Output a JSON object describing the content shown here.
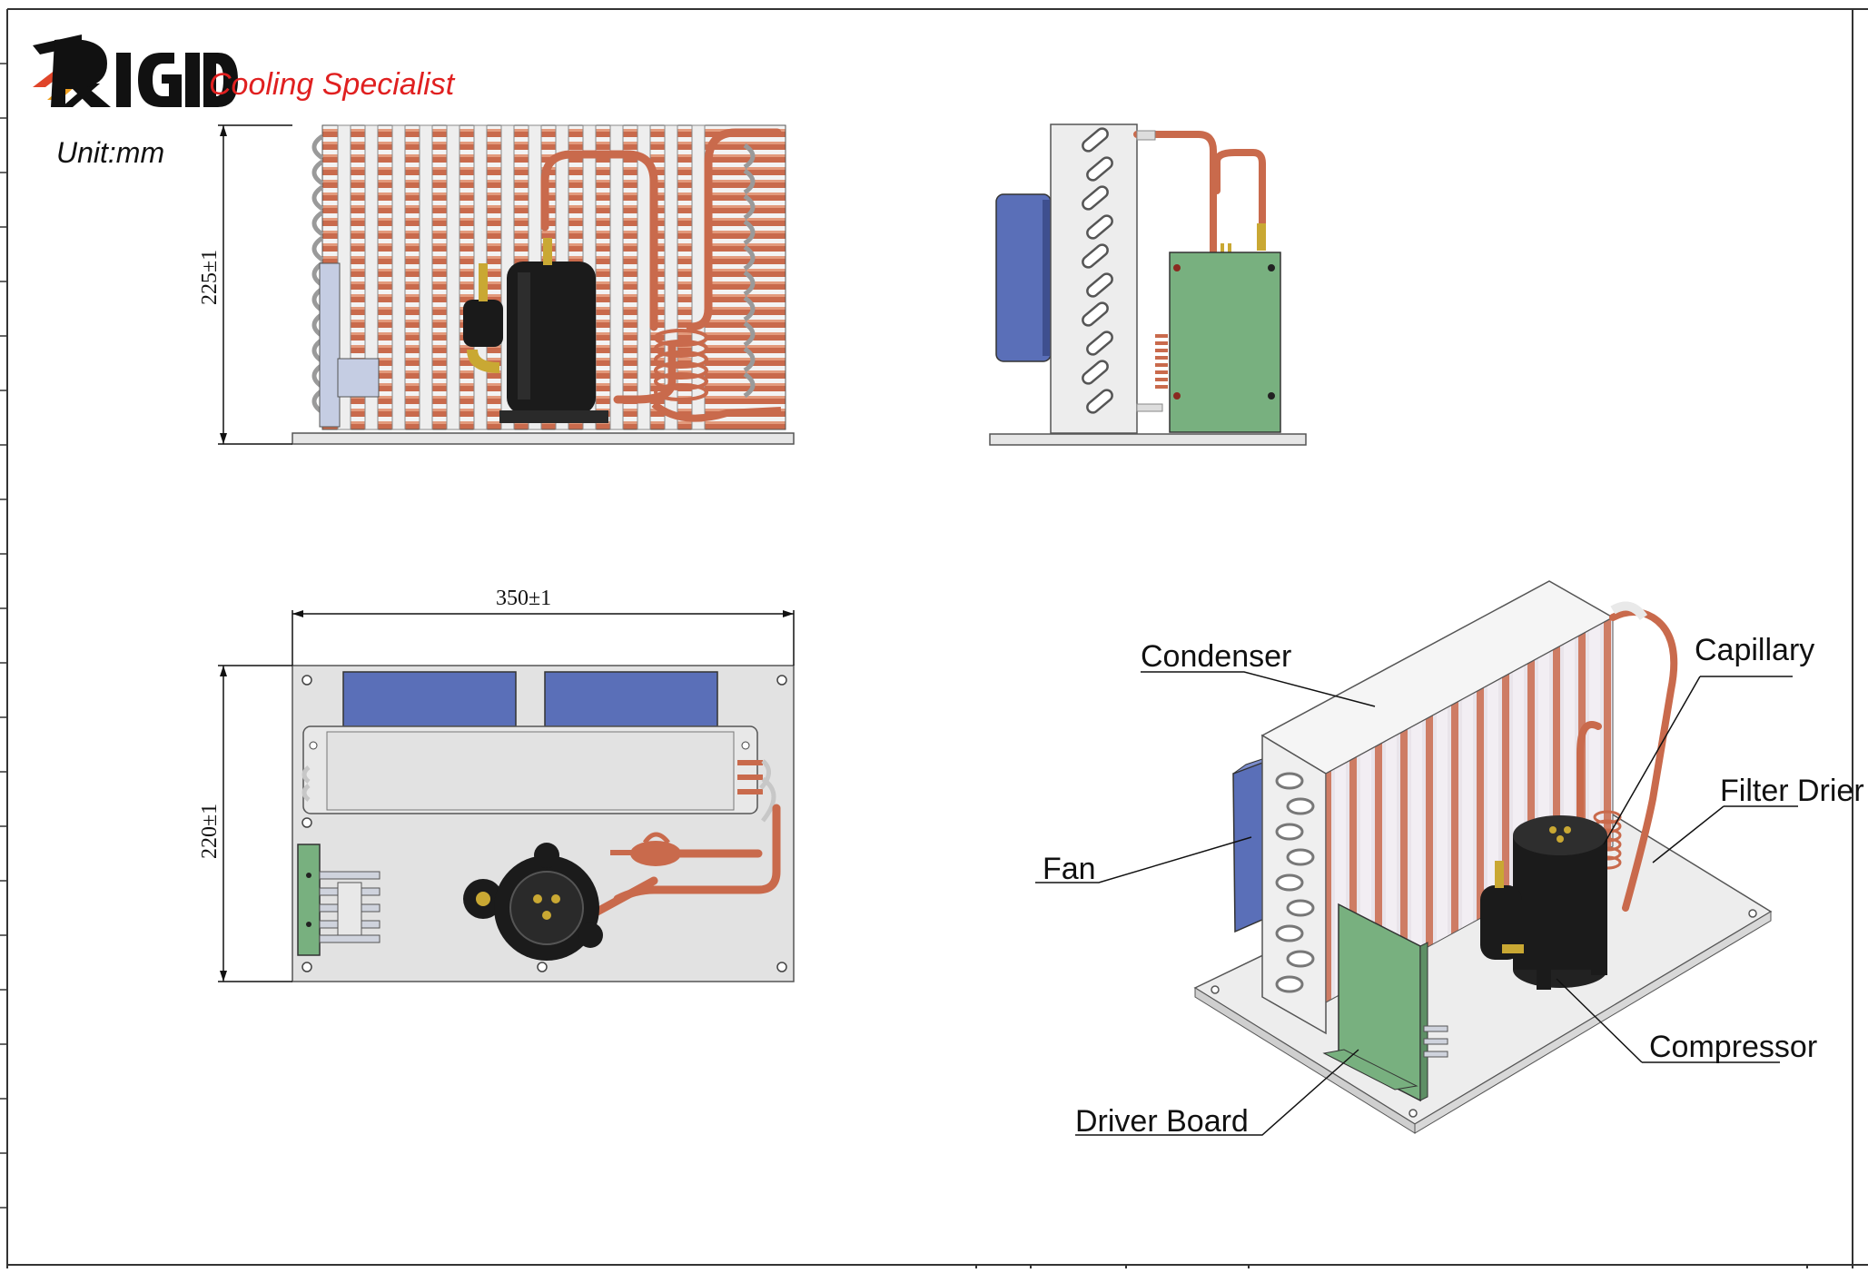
{
  "logo": {
    "brand": "RIGID",
    "tagline": "Cooling Specialist"
  },
  "unit_label": "Unit:mm",
  "dimensions": {
    "height_front": "225±1",
    "width_top": "350±1",
    "depth_top": "220±1"
  },
  "callouts": {
    "condenser": "Condenser",
    "capillary": "Capillary",
    "filter_drier": "Filter Drier",
    "fan": "Fan",
    "compressor": "Compressor",
    "driver_board": "Driver Board"
  },
  "colors": {
    "copper": "#c96a4c",
    "fan_blue": "#5a6fb8",
    "board_green": "#78b07f",
    "brand_red": "#e02020",
    "frame": "#333333"
  }
}
